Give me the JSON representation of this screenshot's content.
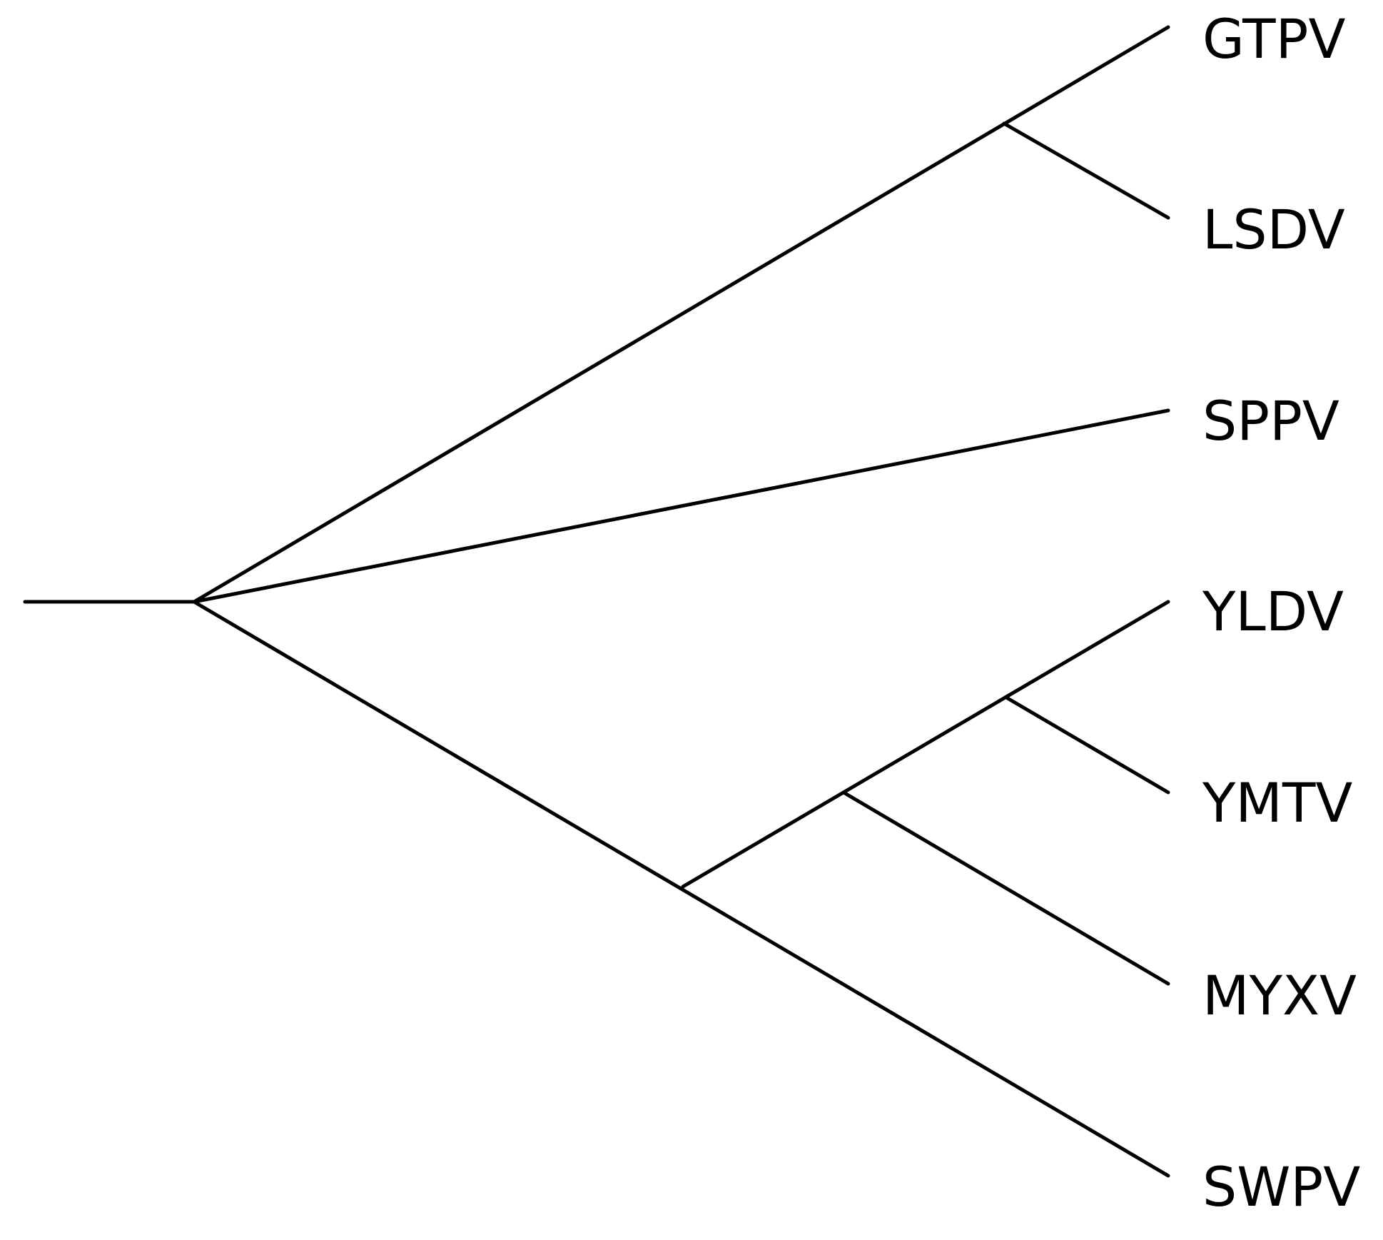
{
  "diagram": {
    "type": "phylogenetic-tree",
    "line_color": "#000000",
    "background": "#ffffff",
    "leaves": [
      {
        "id": "gtpv",
        "label": "GTPV"
      },
      {
        "id": "lsdv",
        "label": "LSDV"
      },
      {
        "id": "sppv",
        "label": "SPPV"
      },
      {
        "id": "yldv",
        "label": "YLDV"
      },
      {
        "id": "ymtv",
        "label": "YMTV"
      },
      {
        "id": "myxv",
        "label": "MYXV"
      },
      {
        "id": "swpv",
        "label": "SWPV"
      }
    ],
    "topology": "((GTPV,LSDV),SPPV,(((YLDV,YMTV),MYXV),SWPV))"
  }
}
